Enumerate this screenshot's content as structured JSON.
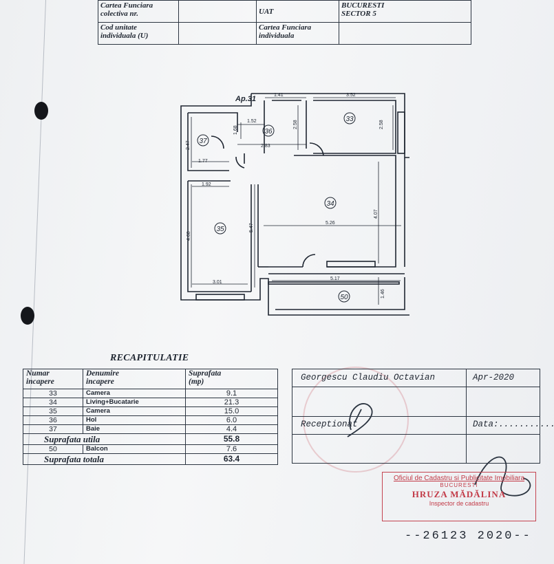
{
  "header": {
    "cf_colectiva_label_1": "Cartea Funciara",
    "cf_colectiva_label_2": "colectiva nr.",
    "uat_label": "UAT",
    "uat_value_1": "BUCURESTI",
    "uat_value_2": "SECTOR 5",
    "cod_label_1": "Cod unitate",
    "cod_label_2": "individuala (U)",
    "cf_individuala_label_1": "Cartea Funciara",
    "cf_individuala_label_2": "individuala"
  },
  "plan": {
    "apartment_label": "Ap.31",
    "rooms": [
      "37",
      "36",
      "33",
      "34",
      "35",
      "50"
    ],
    "dimensions": [
      "1.41",
      "3.52",
      "1.52",
      "1.68",
      "2.58",
      "2.58",
      "2.47",
      "2.83",
      "1.77",
      "1.92",
      "4.07",
      "5.26",
      "4.68",
      "5.47",
      "3.01",
      "5.17",
      "1.46"
    ]
  },
  "recap": {
    "title": "RECAPITULATIE",
    "headers": {
      "numar_1": "Numar",
      "numar_2": "incapere",
      "denumire_1": "Denumire",
      "denumire_2": "incapere",
      "suprafata_1": "Suprafata",
      "suprafata_2": "(mp)"
    },
    "rows": [
      {
        "num": "33",
        "name": "Camera",
        "area": "9.1"
      },
      {
        "num": "34",
        "name": "Living+Bucatarie",
        "area": "21.3"
      },
      {
        "num": "35",
        "name": "Camera",
        "area": "15.0"
      },
      {
        "num": "36",
        "name": "Hol",
        "area": "6.0"
      },
      {
        "num": "37",
        "name": "Baie",
        "area": "4.4"
      }
    ],
    "utila_label": "Suprafata utila",
    "utila_value": "55.8",
    "balcon": {
      "num": "50",
      "name": "Balcon",
      "area": "7.6"
    },
    "totala_label": "Suprafata totala",
    "totala_value": "63.4"
  },
  "signature_table": {
    "author": "Georgescu Claudiu Octavian",
    "date": "Apr-2020",
    "receptionat": "Receptionat",
    "data_label": "Data:..........."
  },
  "stamp": {
    "line1": "Oficiul de Cadastru si Publicitate Imobiliara",
    "line2": "BUCURESTI",
    "line3": "HRUZA MĂDĂLINA",
    "line4": "Inspector de cadastru"
  },
  "document_number": "--26123 2020--",
  "colors": {
    "ink": "#1e2530",
    "stamp": "#c23a47"
  }
}
